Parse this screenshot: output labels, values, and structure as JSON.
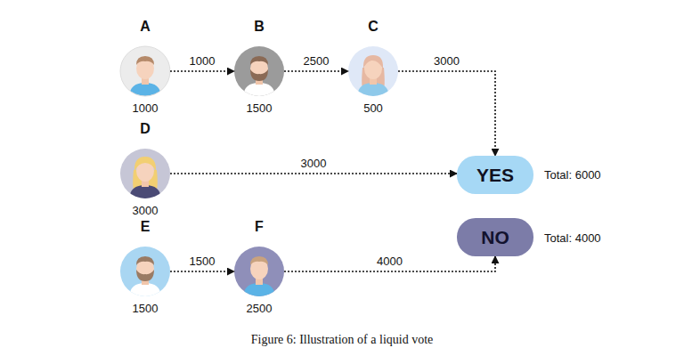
{
  "diagram": {
    "caption": "Figure 6: Illustration of a liquid vote",
    "nodes": [
      {
        "text": [
          "A",
          "1000"
        ]
      },
      {
        "text": [
          "B",
          "1500"
        ]
      },
      {
        "text": [
          "C",
          "500"
        ]
      },
      {
        "text": [
          "D",
          "3000"
        ]
      },
      {
        "text": [
          "YES"
        ]
      },
      {
        "text": [
          "NO"
        ]
      },
      {
        "text": [
          "E",
          "1500"
        ]
      },
      {
        "text": [
          "F",
          "2500"
        ]
      }
    ],
    "edges": [
      {
        "from": 0,
        "to": 1,
        "arrow": "to",
        "label": "1000"
      },
      {
        "from": 1,
        "to": 2,
        "arrow": "to",
        "label": "2500"
      },
      {
        "from": 2,
        "to": 4,
        "arrow": "to",
        "label": "3000"
      },
      {
        "from": 3,
        "to": 4,
        "arrow": "to",
        "label": "3000"
      },
      {
        "from": 6,
        "to": 7,
        "arrow": "to",
        "label": "1500"
      },
      {
        "from": 7,
        "to": 5,
        "arrow": "to",
        "label": "4000"
      }
    ],
    "labels": [
      "Total: 6000",
      "Total: 4000"
    ]
  }
}
